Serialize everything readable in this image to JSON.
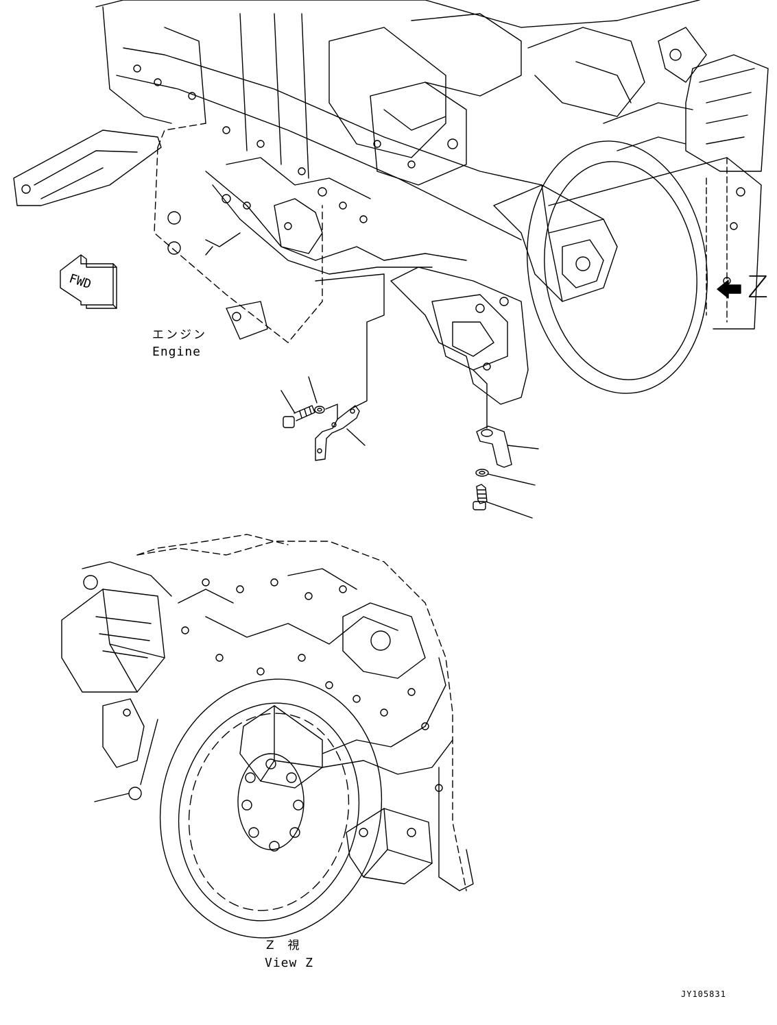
{
  "labels": {
    "engine_jp": "エンジン",
    "engine_en": "Engine",
    "fwd": "FWD",
    "view_marker": "Z",
    "view_jp": "Z  視",
    "view_en": "View Z",
    "drawing_code": "JY105831"
  },
  "icons": {
    "fwd_arrow": "fwd-arrow-icon",
    "view_arrow": "left-arrow-icon"
  },
  "colors": {
    "line": "#000000",
    "background": "#ffffff"
  }
}
